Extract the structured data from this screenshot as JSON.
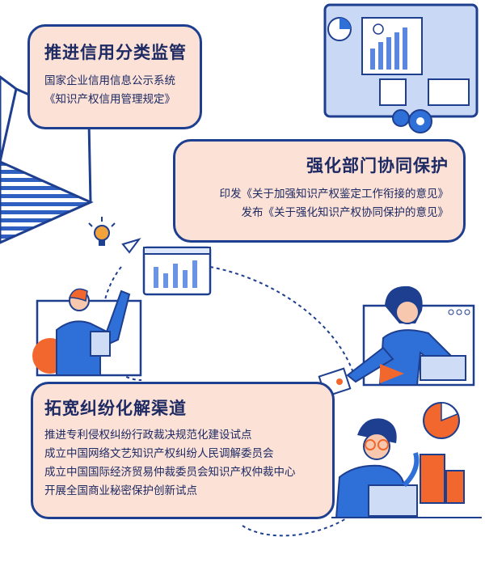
{
  "cards": [
    {
      "title": "推进信用分类监管",
      "lines": [
        "国家企业信用信息公示系统",
        "《知识产权信用管理规定》"
      ]
    },
    {
      "title": "强化部门协同保护",
      "lines": [
        "印发《关于加强知识产权鉴定工作衔接的意见》",
        "发布《关于强化知识产权协同保护的意见》"
      ]
    },
    {
      "title": "拓宽纠纷化解渠道",
      "lines": [
        "推进专利侵权纠纷行政裁决规范化建设试点",
        "成立中国网络文艺知识产权纠纷人民调解委员会",
        "成立中国国际经济贸易仲裁委员会知识产权仲裁中心",
        "开展全国商业秘密保护创新试点"
      ]
    }
  ],
  "colors": {
    "navy": "#1e3f8f",
    "card_fill": "#fbe1d6",
    "accent_orange": "#f2672e",
    "accent_blue": "#2f6fd8"
  }
}
